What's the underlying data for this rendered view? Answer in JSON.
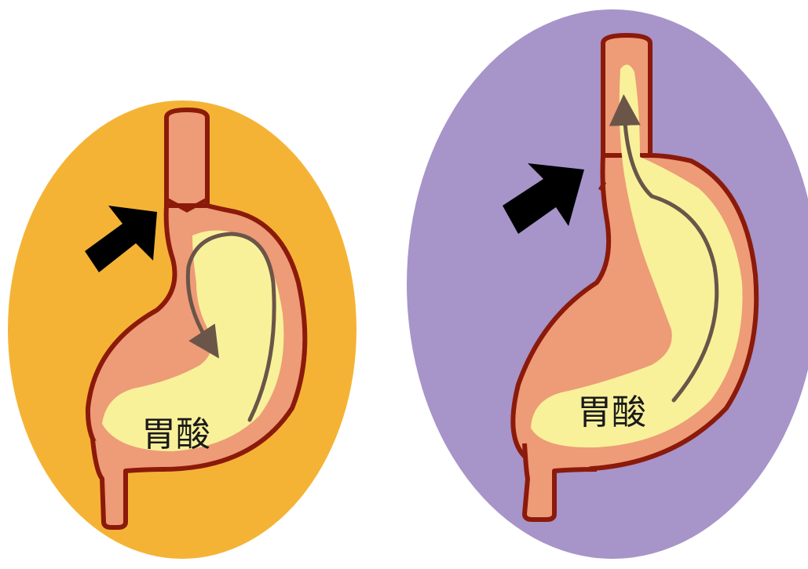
{
  "panels": [
    {
      "id": "normal",
      "background_color": "#F5B335",
      "acid_label": "胃酸",
      "flow_direction": "down"
    },
    {
      "id": "reflux",
      "background_color": "#A794C9",
      "acid_label": "胃酸",
      "flow_direction": "up"
    }
  ],
  "colors": {
    "stomach_wall": "#EE9B77",
    "outline": "#8B1A0A",
    "acid": "#F8F19A",
    "flow_arrow": "#6B5548",
    "pointer_arrow": "#000000"
  }
}
